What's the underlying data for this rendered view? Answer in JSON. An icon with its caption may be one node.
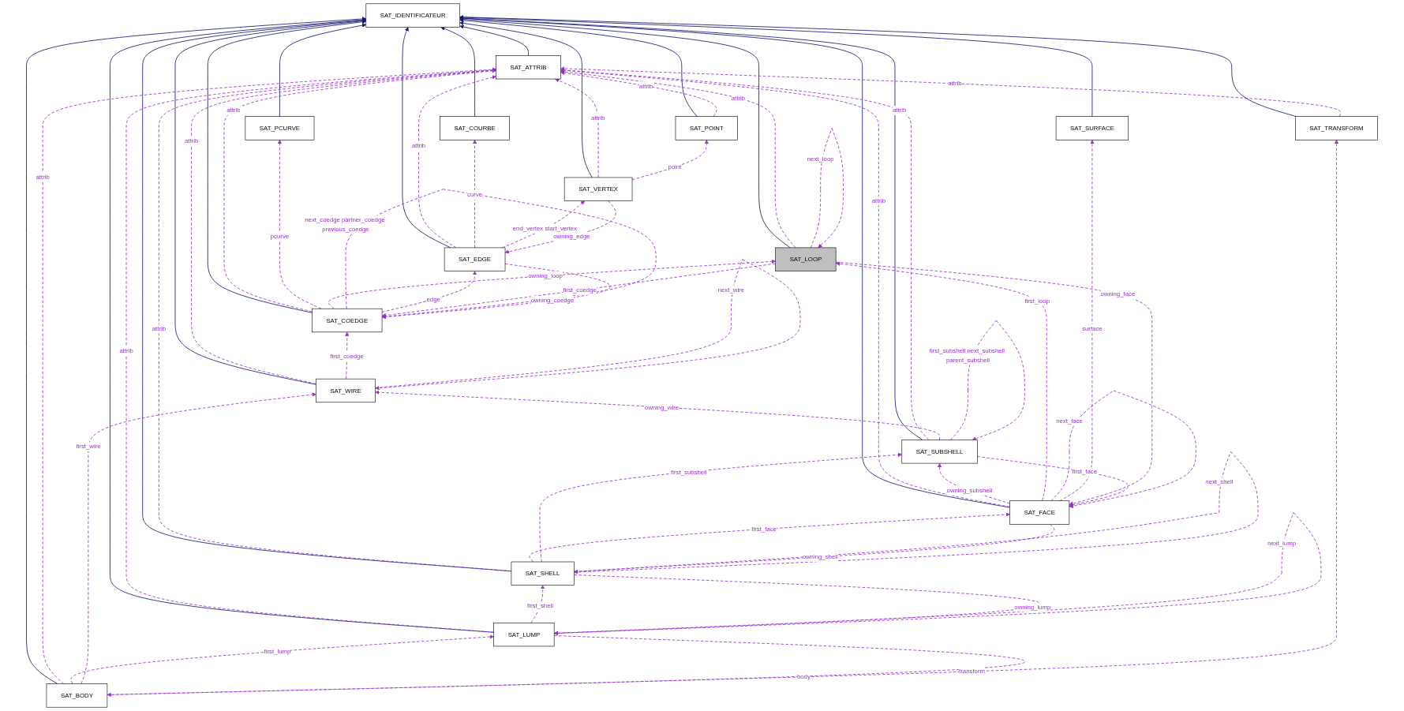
{
  "diagram": {
    "nodes": [
      {
        "text": [
          "SAT_IDENTIFICATEUR"
        ]
      },
      {
        "text": [
          "SAT_ATTRIB"
        ]
      },
      {
        "text": [
          "SAT_COURBE"
        ]
      },
      {
        "text": [
          "SAT_PCURVE"
        ]
      },
      {
        "text": [
          "SAT_POINT"
        ]
      },
      {
        "text": [
          "SAT_LOOP"
        ]
      },
      {
        "text": [
          "SAT_TRANSFORM"
        ]
      },
      {
        "text": [
          "SAT_SURFACE"
        ]
      },
      {
        "text": [
          "SAT_COEDGE"
        ]
      },
      {
        "text": [
          "SAT_EDGE"
        ]
      },
      {
        "text": [
          "SAT_WIRE"
        ]
      },
      {
        "text": [
          "SAT_VERTEX"
        ]
      },
      {
        "text": [
          "SAT_SUBSHELL"
        ]
      },
      {
        "text": [
          "SAT_FACE"
        ]
      },
      {
        "text": [
          "SAT_SHELL"
        ]
      },
      {
        "text": [
          "SAT_LUMP"
        ]
      },
      {
        "text": [
          "SAT_BODY"
        ]
      }
    ],
    "edges": [
      {
        "from": 1,
        "to": 0,
        "arrow": "to",
        "color": "#191970"
      },
      {
        "from": 2,
        "to": 0,
        "arrow": "to",
        "color": "#191970"
      },
      {
        "from": 3,
        "to": 0,
        "arrow": "to",
        "color": "#191970"
      },
      {
        "from": 4,
        "to": 0,
        "arrow": "to",
        "color": "#191970"
      },
      {
        "from": 5,
        "to": 0,
        "arrow": "to",
        "color": "#191970"
      },
      {
        "from": 6,
        "to": 0,
        "arrow": "to",
        "color": "#191970"
      },
      {
        "from": 7,
        "to": 0,
        "arrow": "to",
        "color": "#191970"
      },
      {
        "from": 8,
        "to": 0,
        "arrow": "to",
        "color": "#191970"
      },
      {
        "from": 9,
        "to": 0,
        "arrow": "to",
        "color": "#191970"
      },
      {
        "from": 10,
        "to": 0,
        "arrow": "to",
        "color": "#191970"
      },
      {
        "from": 11,
        "to": 0,
        "arrow": "to",
        "color": "#191970"
      },
      {
        "from": 12,
        "to": 0,
        "arrow": "to",
        "color": "#191970"
      },
      {
        "from": 13,
        "to": 0,
        "arrow": "to",
        "color": "#191970"
      },
      {
        "from": 14,
        "to": 0,
        "arrow": "to",
        "color": "#191970"
      },
      {
        "from": 15,
        "to": 0,
        "arrow": "to",
        "color": "#191970"
      },
      {
        "from": 16,
        "to": 0,
        "arrow": "to",
        "color": "#191970"
      },
      {
        "from": 4,
        "to": 1,
        "label": "attrib",
        "arrow": "to",
        "style": "dashed"
      },
      {
        "from": 11,
        "to": 1,
        "label": "attrib",
        "arrow": "to",
        "style": "dashed"
      },
      {
        "from": 8,
        "to": 1,
        "label": "attrib",
        "arrow": "to",
        "style": "dashed"
      },
      {
        "from": 5,
        "to": 1,
        "label": "attrib",
        "arrow": "to",
        "style": "dashed"
      },
      {
        "from": 9,
        "to": 1,
        "label": "attrib",
        "arrow": "to",
        "style": "dashed"
      },
      {
        "from": 16,
        "to": 1,
        "label": "attrib",
        "arrow": "to",
        "style": "dashed"
      },
      {
        "from": 15,
        "to": 1,
        "label": "attrib",
        "arrow": "to",
        "style": "dashed"
      },
      {
        "from": 10,
        "to": 1,
        "label": "attrib",
        "arrow": "to",
        "style": "dashed"
      },
      {
        "from": 12,
        "to": 1,
        "label": "attrib",
        "arrow": "to",
        "style": "dashed"
      },
      {
        "from": 13,
        "to": 1,
        "label": "attrib",
        "arrow": "to",
        "style": "dashed"
      },
      {
        "from": 14,
        "to": 1,
        "label": "attrib",
        "arrow": "to",
        "style": "dashed"
      },
      {
        "from": 6,
        "to": 1,
        "label": "attrib",
        "arrow": "to",
        "style": "dashed"
      },
      {
        "from": 9,
        "to": 2,
        "label": "curve",
        "arrow": "to",
        "style": "dashed"
      },
      {
        "from": 8,
        "to": 3,
        "label": "pcurve",
        "arrow": "to",
        "style": "dashed"
      },
      {
        "from": 11,
        "to": 4,
        "label": "point",
        "arrow": "to",
        "style": "dashed"
      },
      {
        "from": 5,
        "to": 5,
        "label": "next_loop",
        "arrow": "to",
        "style": "dashed"
      },
      {
        "from": 5,
        "to": 8,
        "label": "first_coedge",
        "arrow": "to",
        "style": "dashed"
      },
      {
        "from": 8,
        "to": 5,
        "label": "owning_loop",
        "arrow": "to",
        "style": "dashed"
      },
      {
        "from": 8,
        "to": 8,
        "label": "next_coedge partner_coedge previous_coedge",
        "arrow": "to",
        "style": "dashed"
      },
      {
        "from": 8,
        "to": 9,
        "label": "edge",
        "arrow": "to",
        "style": "dashed"
      },
      {
        "from": 9,
        "to": 8,
        "label": "owning_coedge",
        "arrow": "to",
        "style": "dashed"
      },
      {
        "from": 10,
        "to": 8,
        "label": "first_coedge",
        "arrow": "to",
        "style": "dashed"
      },
      {
        "from": 9,
        "to": 11,
        "label": "end_vertex start_vertex",
        "arrow": "to",
        "style": "dashed"
      },
      {
        "from": 11,
        "to": 9,
        "label": "owning_edge",
        "arrow": "to",
        "style": "dashed"
      },
      {
        "from": 5,
        "to": 13,
        "label": "owning_face",
        "arrow": "to",
        "style": "dashed"
      },
      {
        "from": 10,
        "to": 10,
        "label": "next_wire",
        "arrow": "to",
        "style": "dashed"
      },
      {
        "from": 12,
        "to": 10,
        "label": "owning_wire",
        "arrow": "to",
        "style": "dashed"
      },
      {
        "from": 12,
        "to": 12,
        "label": "first_subshell next_subshell parent_subshell",
        "arrow": "to",
        "style": "dashed"
      },
      {
        "from": 12,
        "to": 13,
        "label": "first_face",
        "arrow": "to",
        "style": "dashed"
      },
      {
        "from": 13,
        "to": 12,
        "label": "owning_subshell",
        "arrow": "to",
        "style": "dashed"
      },
      {
        "from": 13,
        "to": 5,
        "label": "first_loop",
        "arrow": "to",
        "style": "dashed"
      },
      {
        "from": 14,
        "to": 13,
        "label": "first_face",
        "arrow": "to",
        "style": "dashed"
      },
      {
        "from": 14,
        "to": 12,
        "label": "first_subshell",
        "arrow": "to",
        "style": "dashed"
      },
      {
        "from": 13,
        "to": 14,
        "label": "owning_shell",
        "arrow": "to",
        "style": "dashed"
      },
      {
        "from": 13,
        "to": 13,
        "label": "next_face",
        "arrow": "to",
        "style": "dashed"
      },
      {
        "from": 13,
        "to": 7,
        "label": "surface",
        "arrow": "to",
        "style": "dashed"
      },
      {
        "from": 14,
        "to": 14,
        "label": "next_shell",
        "arrow": "to",
        "style": "dashed"
      },
      {
        "from": 14,
        "to": 15,
        "label": "owning_lump",
        "arrow": "to",
        "style": "dashed"
      },
      {
        "from": 15,
        "to": 14,
        "label": "first_shell",
        "arrow": "to",
        "style": "dashed"
      },
      {
        "from": 15,
        "to": 15,
        "label": "next_lump",
        "arrow": "to",
        "style": "dashed"
      },
      {
        "from": 16,
        "to": 15,
        "label": "first_lump",
        "arrow": "to",
        "style": "dashed"
      },
      {
        "from": 16,
        "to": 10,
        "label": "first_wire",
        "arrow": "to",
        "style": "dashed"
      },
      {
        "from": 15,
        "to": 16,
        "label": "body",
        "arrow": "to",
        "style": "dashed"
      },
      {
        "from": 16,
        "to": 6,
        "label": "transform",
        "arrow": "to",
        "style": "dashed"
      }
    ]
  }
}
